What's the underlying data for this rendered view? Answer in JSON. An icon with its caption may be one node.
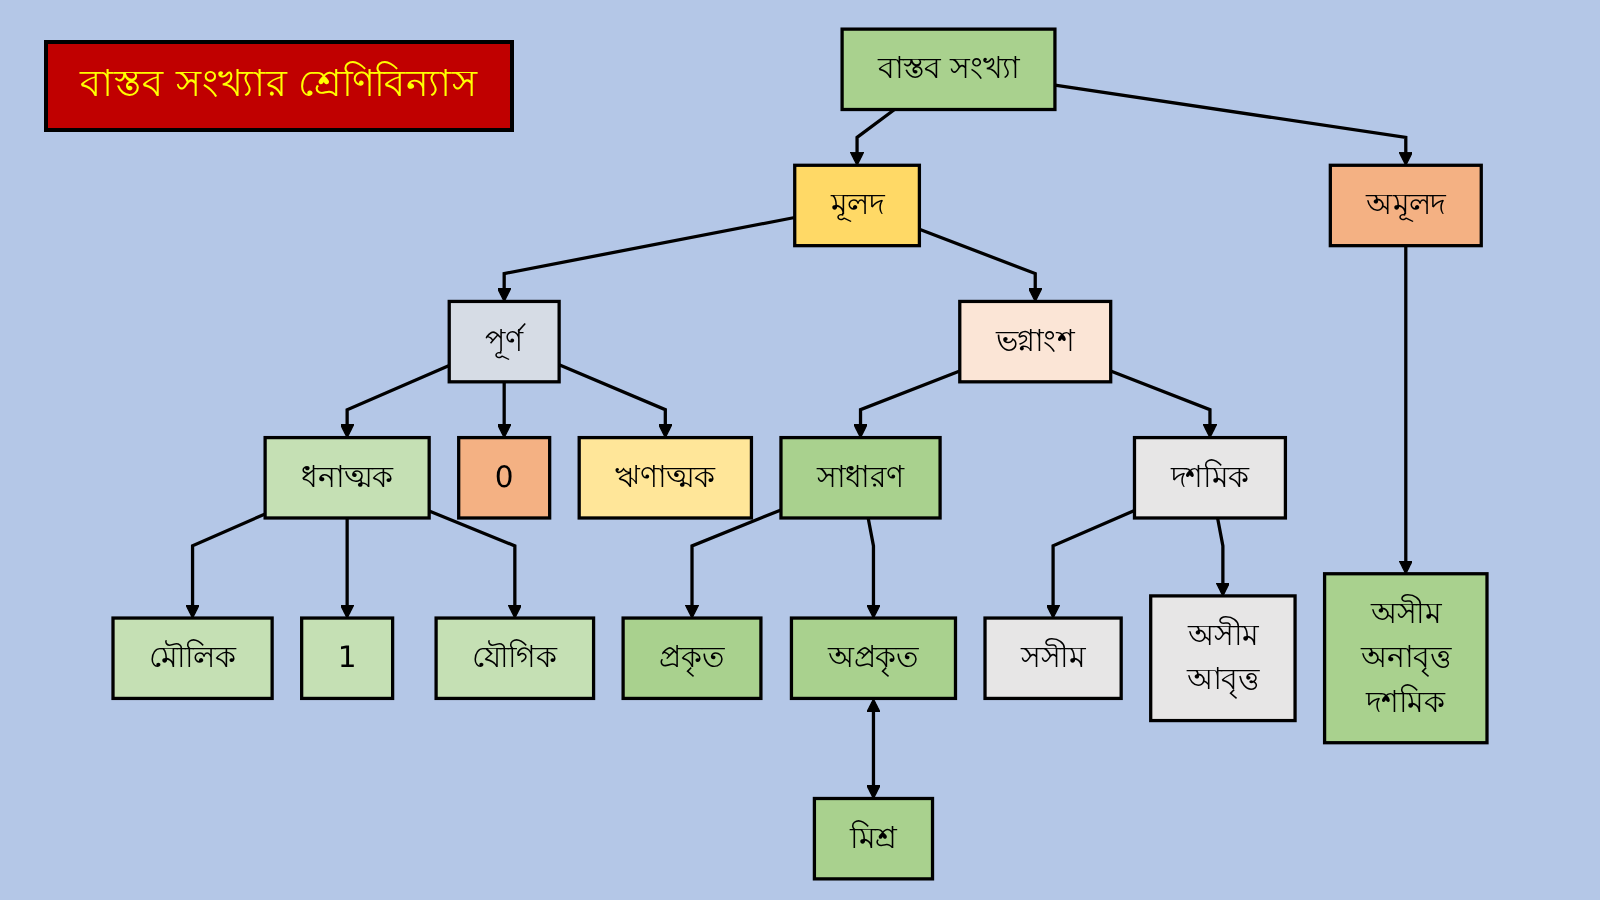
{
  "diagram": {
    "title": "বাস্তব সংখ্যার শ্রেণিবিন্যাস",
    "nodes": [
      {
        "text": [
          "বাস্তব সংখ্যা"
        ]
      },
      {
        "text": [
          "মূলদ"
        ]
      },
      {
        "text": [
          "অমূলদ"
        ]
      },
      {
        "text": [
          "পূর্ণ"
        ]
      },
      {
        "text": [
          "ভগ্নাংশ"
        ]
      },
      {
        "text": [
          "ধনাত্মক"
        ]
      },
      {
        "text": [
          "0"
        ]
      },
      {
        "text": [
          "ঋণাত্মক"
        ]
      },
      {
        "text": [
          "সাধারণ"
        ]
      },
      {
        "text": [
          "দশমিক"
        ]
      },
      {
        "text": [
          "মৌলিক"
        ]
      },
      {
        "text": [
          "1"
        ]
      },
      {
        "text": [
          "যৌগিক"
        ]
      },
      {
        "text": [
          "প্রকৃত"
        ]
      },
      {
        "text": [
          "অপ্রকৃত"
        ]
      },
      {
        "text": [
          "মিশ্র"
        ]
      },
      {
        "text": [
          "সসীম"
        ]
      },
      {
        "text": [
          "অসীম আবৃত্ত"
        ]
      },
      {
        "text": [
          "অসীম অনাবৃত্ত দশমিক"
        ]
      }
    ],
    "edges": [
      {
        "from": 0,
        "to": 1,
        "arrow": "to"
      },
      {
        "from": 0,
        "to": 2,
        "arrow": "to"
      },
      {
        "from": 1,
        "to": 3,
        "arrow": "to"
      },
      {
        "from": 1,
        "to": 4,
        "arrow": "to"
      },
      {
        "from": 3,
        "to": 5,
        "arrow": "to"
      },
      {
        "from": 3,
        "to": 6,
        "arrow": "to"
      },
      {
        "from": 3,
        "to": 7,
        "arrow": "to"
      },
      {
        "from": 4,
        "to": 8,
        "arrow": "to"
      },
      {
        "from": 4,
        "to": 9,
        "arrow": "to"
      },
      {
        "from": 5,
        "to": 10,
        "arrow": "to"
      },
      {
        "from": 5,
        "to": 11,
        "arrow": "to"
      },
      {
        "from": 5,
        "to": 12,
        "arrow": "to"
      },
      {
        "from": 8,
        "to": 13,
        "arrow": "to"
      },
      {
        "from": 8,
        "to": 14,
        "arrow": "to"
      },
      {
        "from": 14,
        "to": 15,
        "arrow": "both"
      },
      {
        "from": 9,
        "to": 16,
        "arrow": "to"
      },
      {
        "from": 9,
        "to": 17,
        "arrow": "to"
      },
      {
        "from": 2,
        "to": 18,
        "arrow": "to"
      }
    ]
  }
}
